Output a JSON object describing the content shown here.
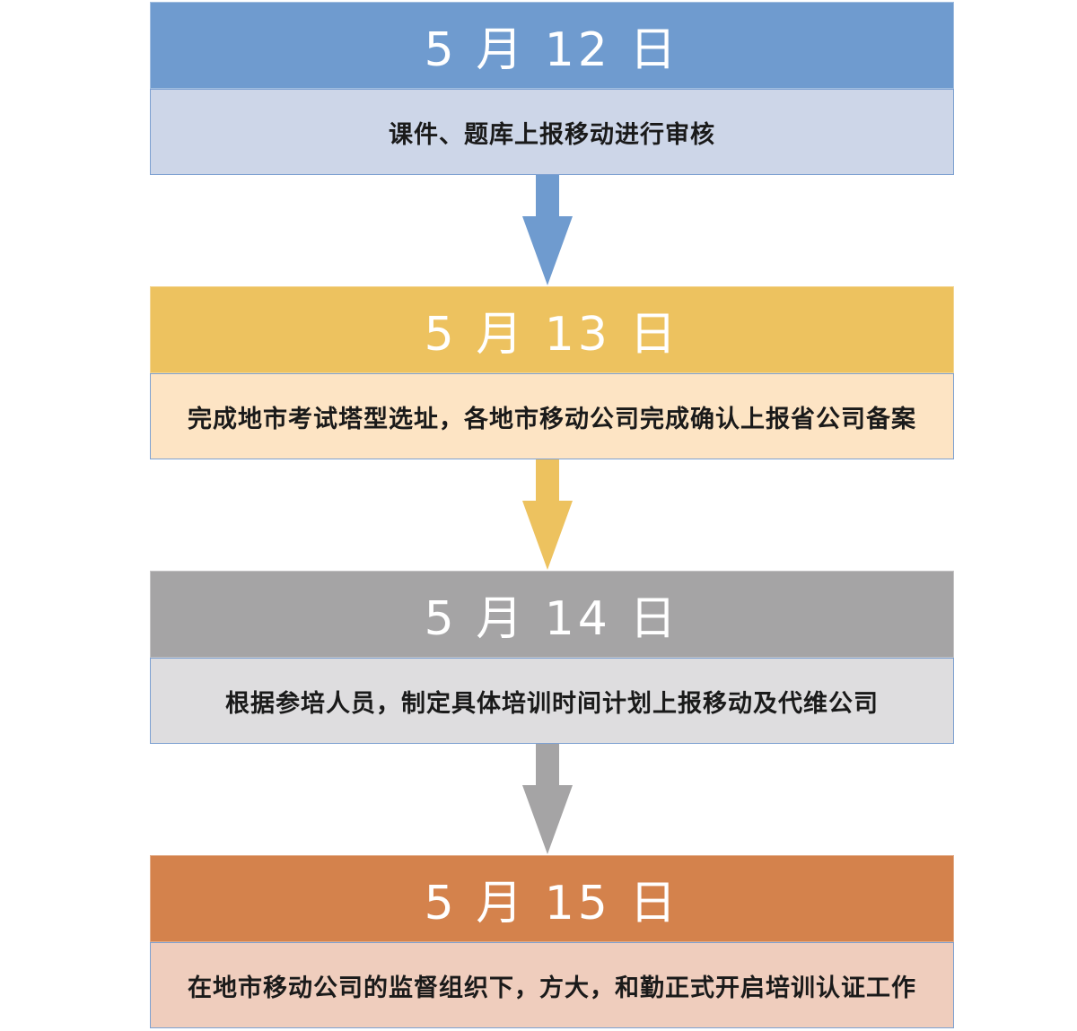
{
  "steps": [
    {
      "date": "5 月 12 日",
      "text": "课件、题库上报移动进行审核",
      "header_color": "#6f9bcf",
      "body_color": "#cdd6e8",
      "border_color": "#7ea1d1"
    },
    {
      "date": "5 月 13 日",
      "text": "完成地市考试塔型选址，各地市移动公司完成确认上报省公司备案",
      "header_color": "#edc25f",
      "body_color": "#fde4c4",
      "border_color": "#7ea1d1"
    },
    {
      "date": "5 月 14 日",
      "text": "根据参培人员，制定具体培训时间计划上报移动及代维公司",
      "header_color": "#a5a4a5",
      "body_color": "#dedddf",
      "border_color": "#7ea1d1"
    },
    {
      "date": "5 月 15 日",
      "text": "在地市移动公司的监督组织下，方大，和勤正式开启培训认证工作",
      "header_color": "#d4824c",
      "body_color": "#efcdbd",
      "border_color": "#7ea1d1"
    }
  ],
  "arrows": [
    {
      "color": "#6f9bcf"
    },
    {
      "color": "#edc25f"
    },
    {
      "color": "#a5a4a5"
    }
  ]
}
